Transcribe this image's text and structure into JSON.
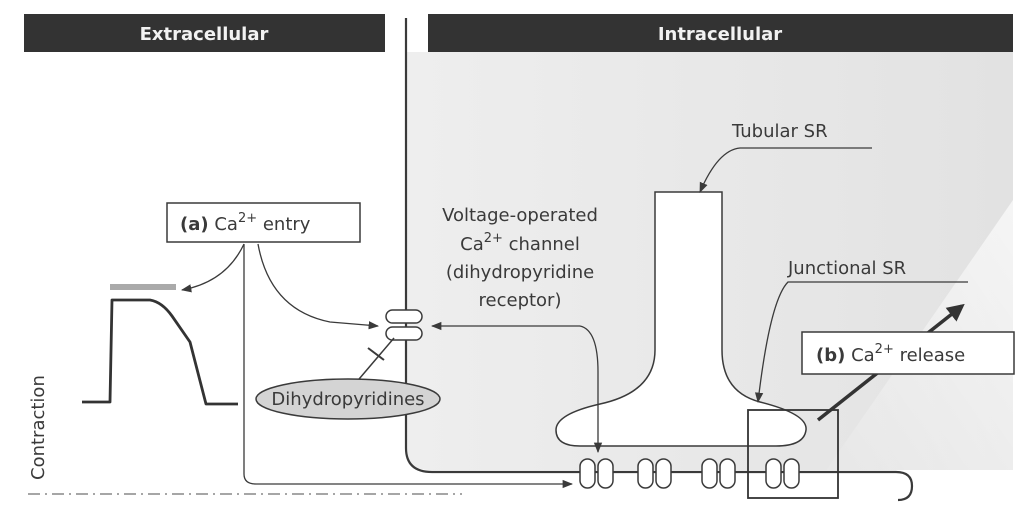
{
  "headers": {
    "extracellular": "Extracellular",
    "intracellular": "Intracellular"
  },
  "labels": {
    "tubular_sr": "Tubular SR",
    "junctional_sr": "Junctional SR",
    "voltage_channel_line1": "Voltage-operated",
    "voltage_channel_line2_prefix": "Ca",
    "voltage_channel_line2_sup": "2+",
    "voltage_channel_line2_suffix": " channel",
    "voltage_channel_line3": "(dihydropyridine",
    "voltage_channel_line4": "receptor)",
    "dihydropyridines": "Dihydropyridines",
    "contraction": "Contraction"
  },
  "boxes": {
    "ca_entry_letter": "(a)",
    "ca_entry_ion": " Ca",
    "ca_entry_sup": "2+",
    "ca_entry_text": " entry",
    "ca_release_letter": "(b)",
    "ca_release_ion": " Ca",
    "ca_release_sup": "2+",
    "ca_release_text": " release"
  },
  "colors": {
    "header_bg": "#333333",
    "cytoplasm": "#e6e6e6",
    "ellipse_fill": "#d4d4d4",
    "line": "#3a3a3a"
  }
}
